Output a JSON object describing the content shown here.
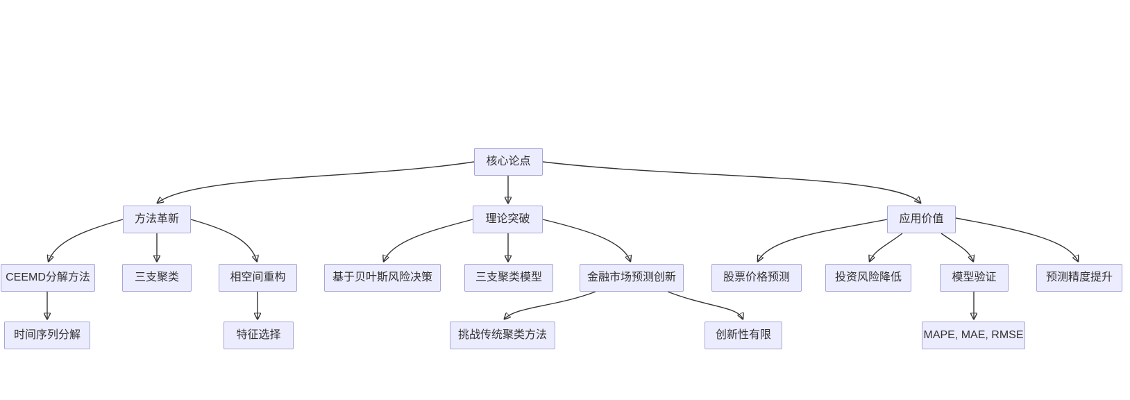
{
  "diagram": {
    "type": "flowchart-top-down",
    "colors": {
      "background": "#ffffff",
      "node_fill": "#ececff",
      "node_border": "#a6a6d6",
      "edge": "#333333",
      "text": "#333333"
    },
    "nodes": {
      "core": {
        "label": "核心论点"
      },
      "method": {
        "label": "方法革新"
      },
      "theory": {
        "label": "理论突破"
      },
      "application": {
        "label": "应用价值"
      },
      "ceemd": {
        "label": "CEEMD分解方法"
      },
      "three_way": {
        "label": "三支聚类"
      },
      "phase": {
        "label": "相空间重构"
      },
      "bayes": {
        "label": "基于贝叶斯风险决策"
      },
      "twc_model": {
        "label": "三支聚类模型"
      },
      "fin_innov": {
        "label": "金融市场预测创新"
      },
      "stock": {
        "label": "股票价格预测"
      },
      "risk": {
        "label": "投资风险降低"
      },
      "validation": {
        "label": "模型验证"
      },
      "accuracy": {
        "label": "预测精度提升"
      },
      "ts_decomp": {
        "label": "时间序列分解"
      },
      "feature": {
        "label": "特征选择"
      },
      "challenge": {
        "label": "挑战传统聚类方法"
      },
      "limited": {
        "label": "创新性有限"
      },
      "metrics": {
        "label": "MAPE, MAE, RMSE"
      }
    },
    "edges": [
      {
        "from": "core",
        "to": "method"
      },
      {
        "from": "core",
        "to": "theory"
      },
      {
        "from": "core",
        "to": "application"
      },
      {
        "from": "method",
        "to": "ceemd"
      },
      {
        "from": "method",
        "to": "three_way"
      },
      {
        "from": "method",
        "to": "phase"
      },
      {
        "from": "theory",
        "to": "bayes"
      },
      {
        "from": "theory",
        "to": "twc_model"
      },
      {
        "from": "theory",
        "to": "fin_innov"
      },
      {
        "from": "application",
        "to": "stock"
      },
      {
        "from": "application",
        "to": "risk"
      },
      {
        "from": "application",
        "to": "validation"
      },
      {
        "from": "application",
        "to": "accuracy"
      },
      {
        "from": "ceemd",
        "to": "ts_decomp"
      },
      {
        "from": "phase",
        "to": "feature"
      },
      {
        "from": "fin_innov",
        "to": "challenge"
      },
      {
        "from": "fin_innov",
        "to": "limited"
      },
      {
        "from": "validation",
        "to": "metrics"
      }
    ]
  }
}
